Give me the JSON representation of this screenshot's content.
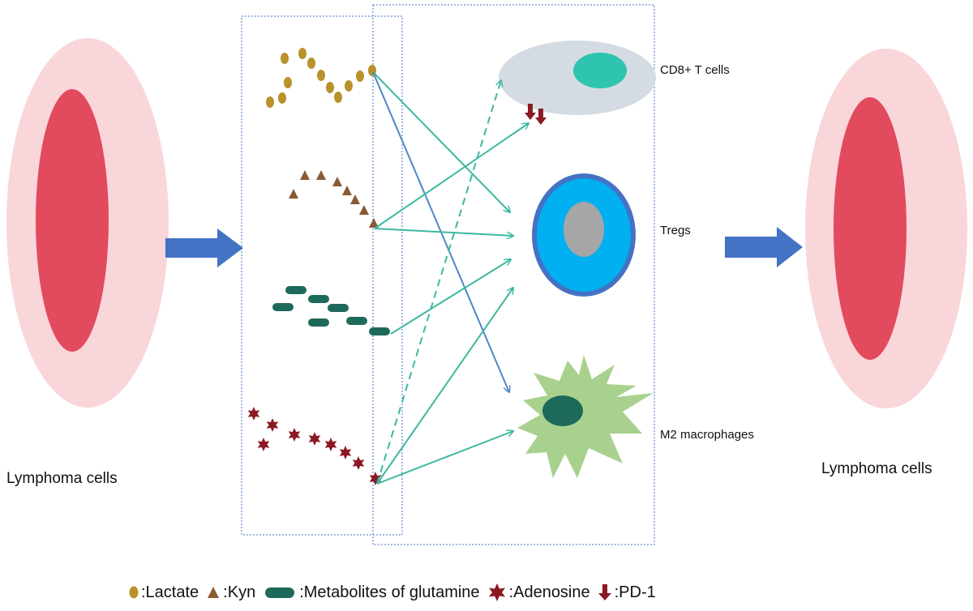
{
  "source_cell": {
    "label": "Lymphoma cells"
  },
  "result_cell": {
    "label": "Lymphoma cells"
  },
  "targets": {
    "cd8": {
      "label": "CD8+ T cells"
    },
    "tregs": {
      "label": "Tregs"
    },
    "m2": {
      "label": "M2 macrophages"
    }
  },
  "legend": [
    {
      "symbol": "lactate-dot",
      "label": ":Lactate"
    },
    {
      "symbol": "kyn-triangle",
      "label": ":Kyn"
    },
    {
      "symbol": "glutamine-pill",
      "label": ":Metabolites of glutamine"
    },
    {
      "symbol": "adenosine-star",
      "label": ":Adenosine"
    },
    {
      "symbol": "pd1-arrow",
      "label": ":PD-1"
    }
  ],
  "colors": {
    "cell_outer": "#f9d6da",
    "cell_inner": "#e24a5d",
    "big_arrow": "#4472c4",
    "lactate": "#b8922a",
    "kyn": "#8a5a32",
    "glutamine": "#1e6a5a",
    "adenosine": "#8b1a24",
    "pd1": "#8b1a24",
    "arrow_teal": "#3cb8a0",
    "arrow_blue": "#4f86c6",
    "cd8_body": "#d4dbe3",
    "cd8_nucleus": "#2ec4b0",
    "treg_ring": "#4472c4",
    "treg_body": "#00b0f0",
    "treg_nucleus": "#a6a6a6",
    "m2_body": "#a9d18e",
    "m2_nucleus": "#1e6a5a",
    "box_border": "#4472c4"
  }
}
